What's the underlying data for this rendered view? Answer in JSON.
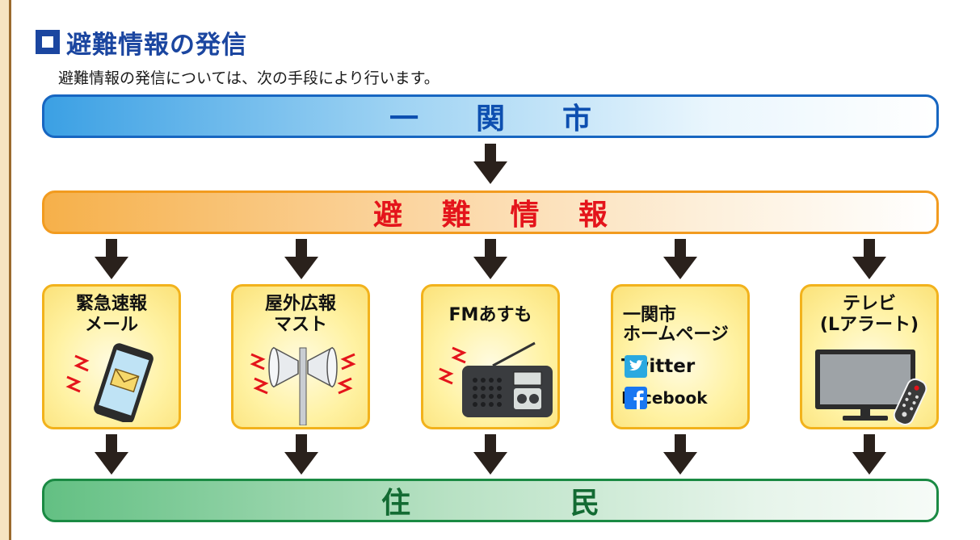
{
  "section": {
    "title": "避難情報の発信",
    "subtitle": "避難情報の発信については、次の手段により行います。"
  },
  "bands": {
    "city": [
      "一",
      "関",
      "市"
    ],
    "info": [
      "避",
      "難",
      "情",
      "報"
    ],
    "residents": [
      "住",
      "民"
    ]
  },
  "channels": [
    {
      "line1": "緊急速報",
      "line2": "メール",
      "icon": "smartphone-email-icon"
    },
    {
      "line1": "屋外広報",
      "line2": "マスト",
      "icon": "loudspeaker-mast-icon"
    },
    {
      "line1": "FMあすも",
      "icon": "radio-icon"
    },
    {
      "line1": "一関市",
      "line2": "ホームページ",
      "twitter": "Twitter",
      "facebook": "Facebook",
      "icon": "web-sns-icon"
    },
    {
      "line1": "テレビ",
      "line2": "(Lアラート)",
      "icon": "television-icon"
    }
  ],
  "colors": {
    "title": "#1b46a0",
    "city_band": "#1766c1",
    "info_band": "#f29b1f",
    "info_text": "#e4141b",
    "residents_band": "#1a8a43",
    "box_border": "#f2b21c",
    "twitter": "#2aa9e0",
    "facebook": "#1877f2"
  }
}
